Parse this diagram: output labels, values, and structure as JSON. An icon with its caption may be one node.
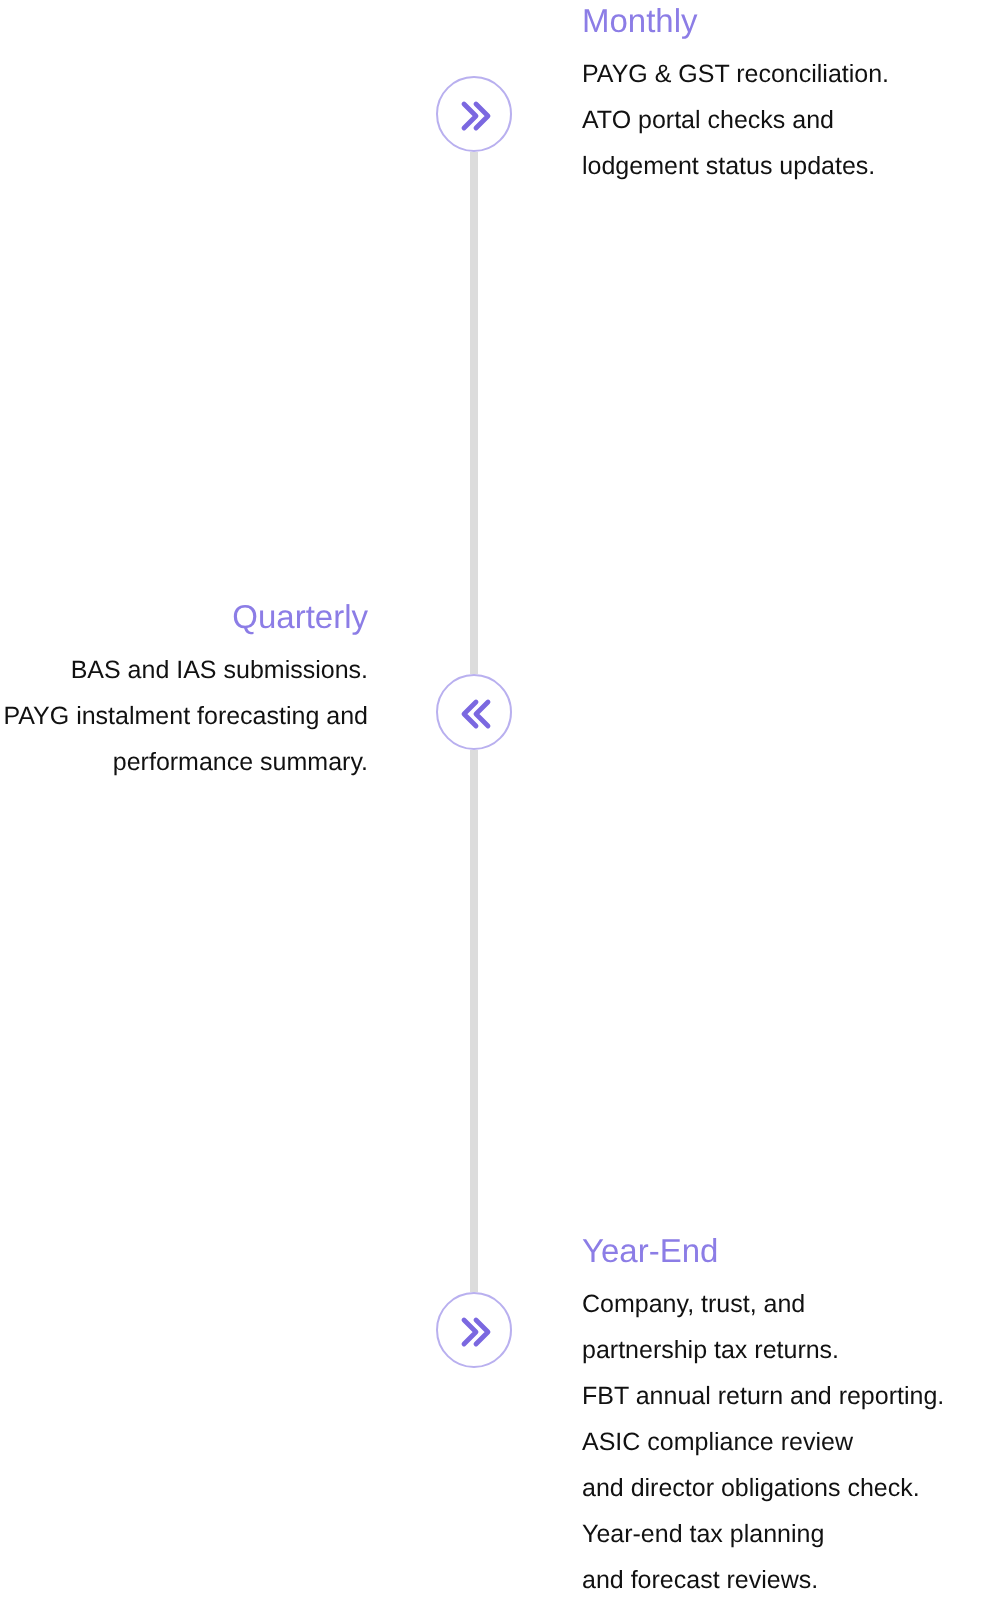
{
  "diagram": {
    "nodes": [
      {
        "text": [
          "Monthly",
          "PAYG & GST reconciliation.",
          "ATO portal checks and",
          "lodgement status updates."
        ]
      },
      {
        "text": [],
        "shape": "circle"
      },
      {
        "text": [
          "Quarterly",
          "BAS and IAS submissions.",
          "PAYG instalment forecasting and",
          "performance summary."
        ]
      },
      {
        "text": [],
        "shape": "circle"
      },
      {
        "text": [
          "Year-End",
          "Company, trust, and",
          "partnership tax returns.",
          "FBT annual return and reporting.",
          "ASIC compliance review",
          "and director obligations check.",
          "Year-end tax planning",
          "and forecast reviews."
        ]
      },
      {
        "text": [],
        "shape": "circle"
      }
    ],
    "edges": [
      {
        "from": 1,
        "to": 3,
        "arrow": "none"
      },
      {
        "from": 3,
        "to": 5,
        "arrow": "none"
      }
    ]
  }
}
